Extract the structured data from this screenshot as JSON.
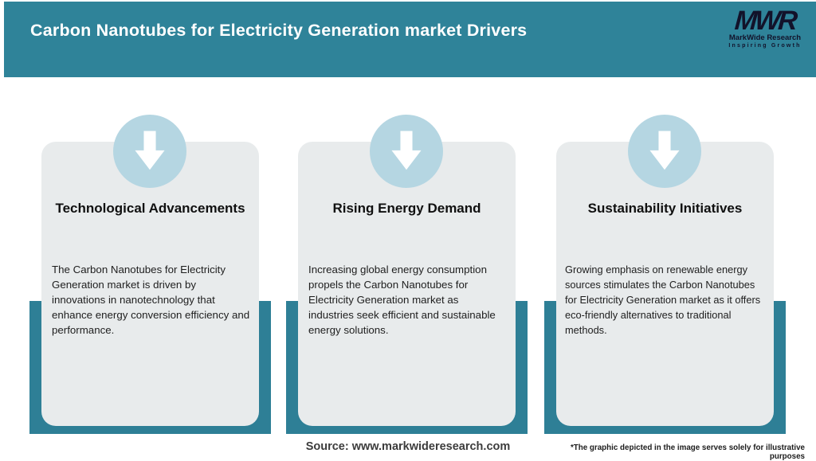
{
  "header": {
    "title": "Carbon Nanotubes for Electricity Generation market Drivers",
    "logo": {
      "monogram": "MWR",
      "name": "MarkWide Research",
      "tagline": "Inspiring Growth"
    }
  },
  "cards": [
    {
      "icon": "down-arrow-icon",
      "title": "Technological Advancements",
      "body": "The Carbon Nanotubes for Electricity Generation market is driven by innovations in nanotechnology that enhance energy conversion efficiency and performance."
    },
    {
      "icon": "down-arrow-icon",
      "title": "Rising Energy Demand",
      "body": "Increasing global energy consumption propels the Carbon Nanotubes for Electricity Generation market as industries seek efficient and sustainable energy solutions."
    },
    {
      "icon": "down-arrow-icon",
      "title": "Sustainability Initiatives",
      "body": "Growing emphasis on renewable energy sources stimulates the Carbon Nanotubes for Electricity Generation market as it offers eco-friendly alternatives to traditional methods."
    }
  ],
  "footer": {
    "source": "Source: www.markwideresearch.com",
    "disclaimer": "*The graphic depicted in the image serves solely for illustrative purposes"
  },
  "colors": {
    "header_teal": "#2F8399",
    "backing_teal": "#2E7F96",
    "card_gray": "#E8EBEC",
    "circle_blue": "#B5D6E2",
    "arrow_white": "#FFFFFF",
    "logo_dark": "#12122A",
    "title_text": "#FFFFFF"
  }
}
